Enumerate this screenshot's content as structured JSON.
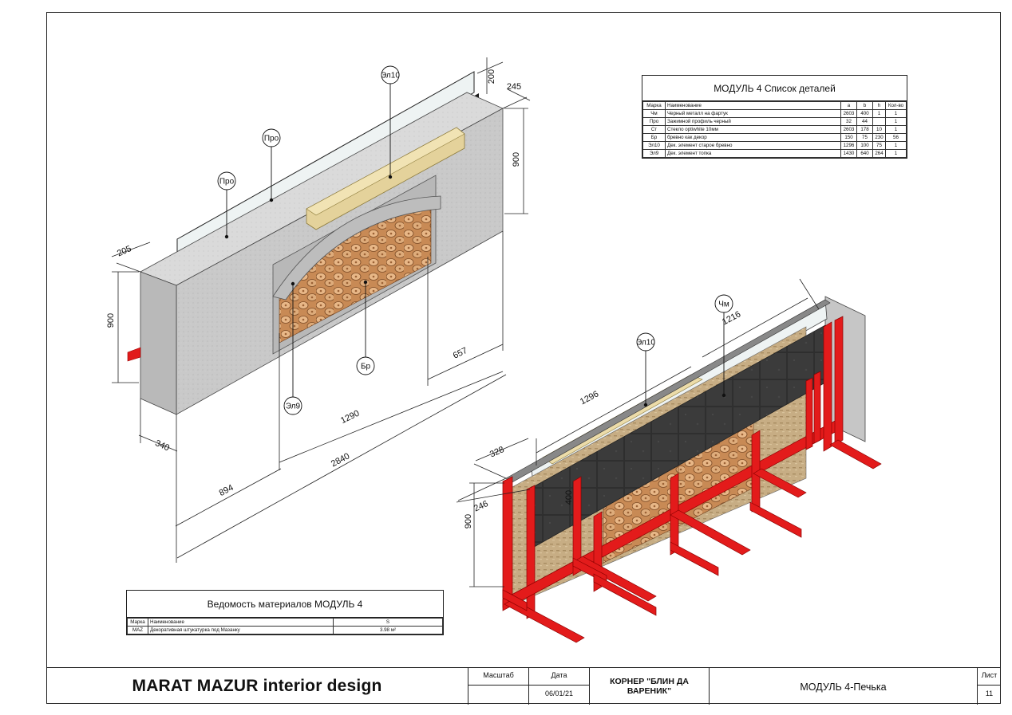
{
  "drawing": {
    "left_view": {
      "callouts": [
        "Эл10",
        "Про",
        "Про",
        "Эл9",
        "Бр"
      ],
      "dimensions": [
        "200",
        "245",
        "900",
        "205",
        "900",
        "657",
        "1290",
        "340",
        "894",
        "2840"
      ]
    },
    "right_view": {
      "callouts": [
        "Чм",
        "Эл10"
      ],
      "dimensions": [
        "1216",
        "1296",
        "328",
        "246",
        "900",
        "400"
      ]
    }
  },
  "parts_table": {
    "title": "МОДУЛЬ 4 Список деталей",
    "headers": [
      "Марка",
      "Наименование",
      "a",
      "b",
      "h",
      "Кол-во"
    ],
    "rows": [
      [
        "Чм",
        "Черный металл на фартук",
        "2603",
        "400",
        "1",
        "1"
      ],
      [
        "Про",
        "Зажимной профиль черный",
        "32",
        "44",
        "",
        "1"
      ],
      [
        "Ст",
        "Стекло optiwhite 10мм",
        "2603",
        "178",
        "10",
        "1"
      ],
      [
        "Бр",
        "бревно как декор",
        "150",
        "75",
        "230",
        "56"
      ],
      [
        "Эл10",
        "Дек. элемент старое бревно",
        "1296",
        "100",
        "75",
        "1"
      ],
      [
        "Эл9",
        "Дек. элемент топка",
        "1430",
        "640",
        "264",
        "1"
      ]
    ]
  },
  "materials_table": {
    "title": "Ведомость материалов МОДУЛЬ 4",
    "headers": [
      "Марка",
      "Наименование",
      "S"
    ],
    "rows": [
      [
        "MAZ",
        "Декоративная штукатурка под Мазанку",
        "3.98 м²"
      ]
    ]
  },
  "title_block": {
    "firm": "MARAT MAZUR interior design",
    "scale_label": "Масштаб",
    "scale_value": "",
    "date_label": "Дата",
    "date_value": "06/01/21",
    "project": "КОРНЕР \"БЛИН ДА ВАРЕНИК\"",
    "sheet_name": "МОДУЛЬ 4-Печька",
    "sheet_label": "Лист",
    "sheet_number": "11"
  }
}
